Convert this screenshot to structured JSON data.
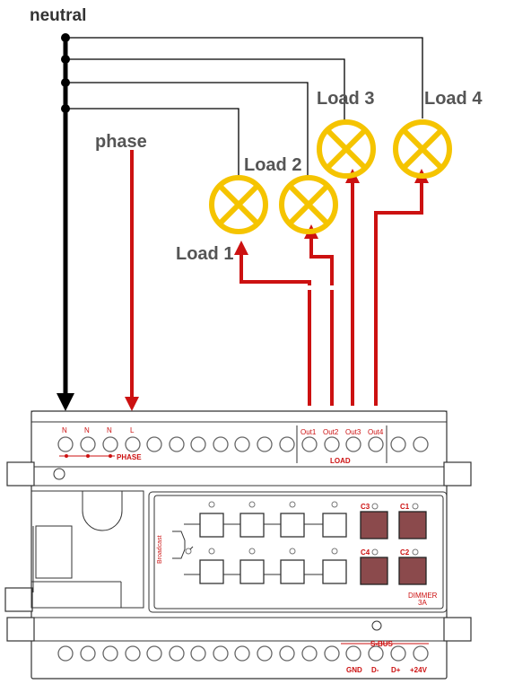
{
  "labels": {
    "neutral": "neutral",
    "phase": "phase",
    "load1": "Load 1",
    "load2": "Load 2",
    "load3": "Load 3",
    "load4": "Load 4"
  },
  "module": {
    "top_terminals": [
      "N",
      "N",
      "N",
      "L"
    ],
    "phase_caption": "PHASE",
    "outputs": [
      "Out1",
      "Out2",
      "Out3",
      "Out4"
    ],
    "load_caption": "LOAD",
    "broadcast": "Broadcast",
    "channels": [
      "C3",
      "C1",
      "C4",
      "C2"
    ],
    "dimmer_line1": "DIMMER",
    "dimmer_line2": "3A",
    "sbus_caption": "S-BUS",
    "bus_terminals": [
      "GND",
      "D-",
      "D+",
      "+24V"
    ]
  },
  "colors": {
    "neutral_wire": "#000000",
    "phase_wire": "#cc1111",
    "lamp": "#f5c400",
    "channel_button": "#8b4a4c"
  }
}
